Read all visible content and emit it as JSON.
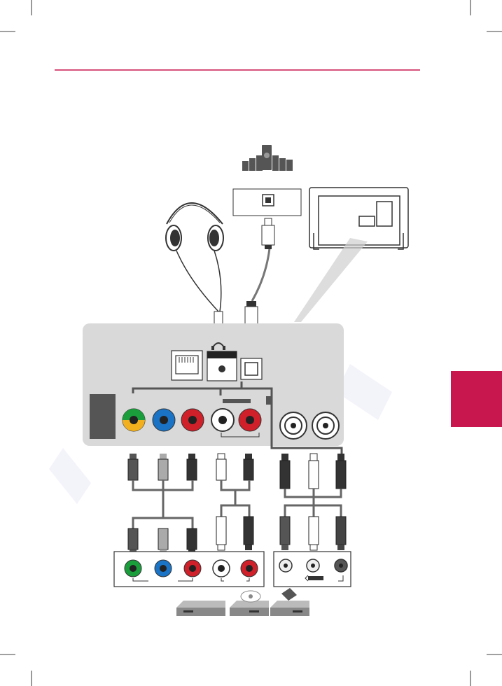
{
  "colors": {
    "rule": "#c8174f",
    "tab": "#c8174f",
    "panel_bg": "#d9d9d9",
    "port_green": "#1a9e3c",
    "port_yellow": "#f2b01e",
    "port_blue": "#1a73c4",
    "port_red": "#d0202a",
    "plug_dark": "#3a3a3a",
    "plug_gray": "#8a8a8a",
    "watermark": "#dcdcf0"
  },
  "icons": {
    "speaker_system": "home-theater-speakers-icon",
    "headphones": "headphones-icon",
    "headphone_jack": "headphone-symbol-icon",
    "tv": "tv-back-icon",
    "lan": "lan-port-icon",
    "optical": "optical-port-icon",
    "devices": [
      "dvd-player-icon",
      "disc-player-icon",
      "vcr-icon"
    ]
  },
  "tv_panel": {
    "component_av_ports": [
      "green-yellow",
      "blue",
      "red",
      "white",
      "red"
    ],
    "rf_ports": 2
  },
  "device_panel_left": {
    "ports": [
      "green",
      "blue",
      "red",
      "white",
      "red"
    ]
  },
  "device_panel_right": {
    "ports": [
      "light",
      "light",
      "dark"
    ]
  }
}
